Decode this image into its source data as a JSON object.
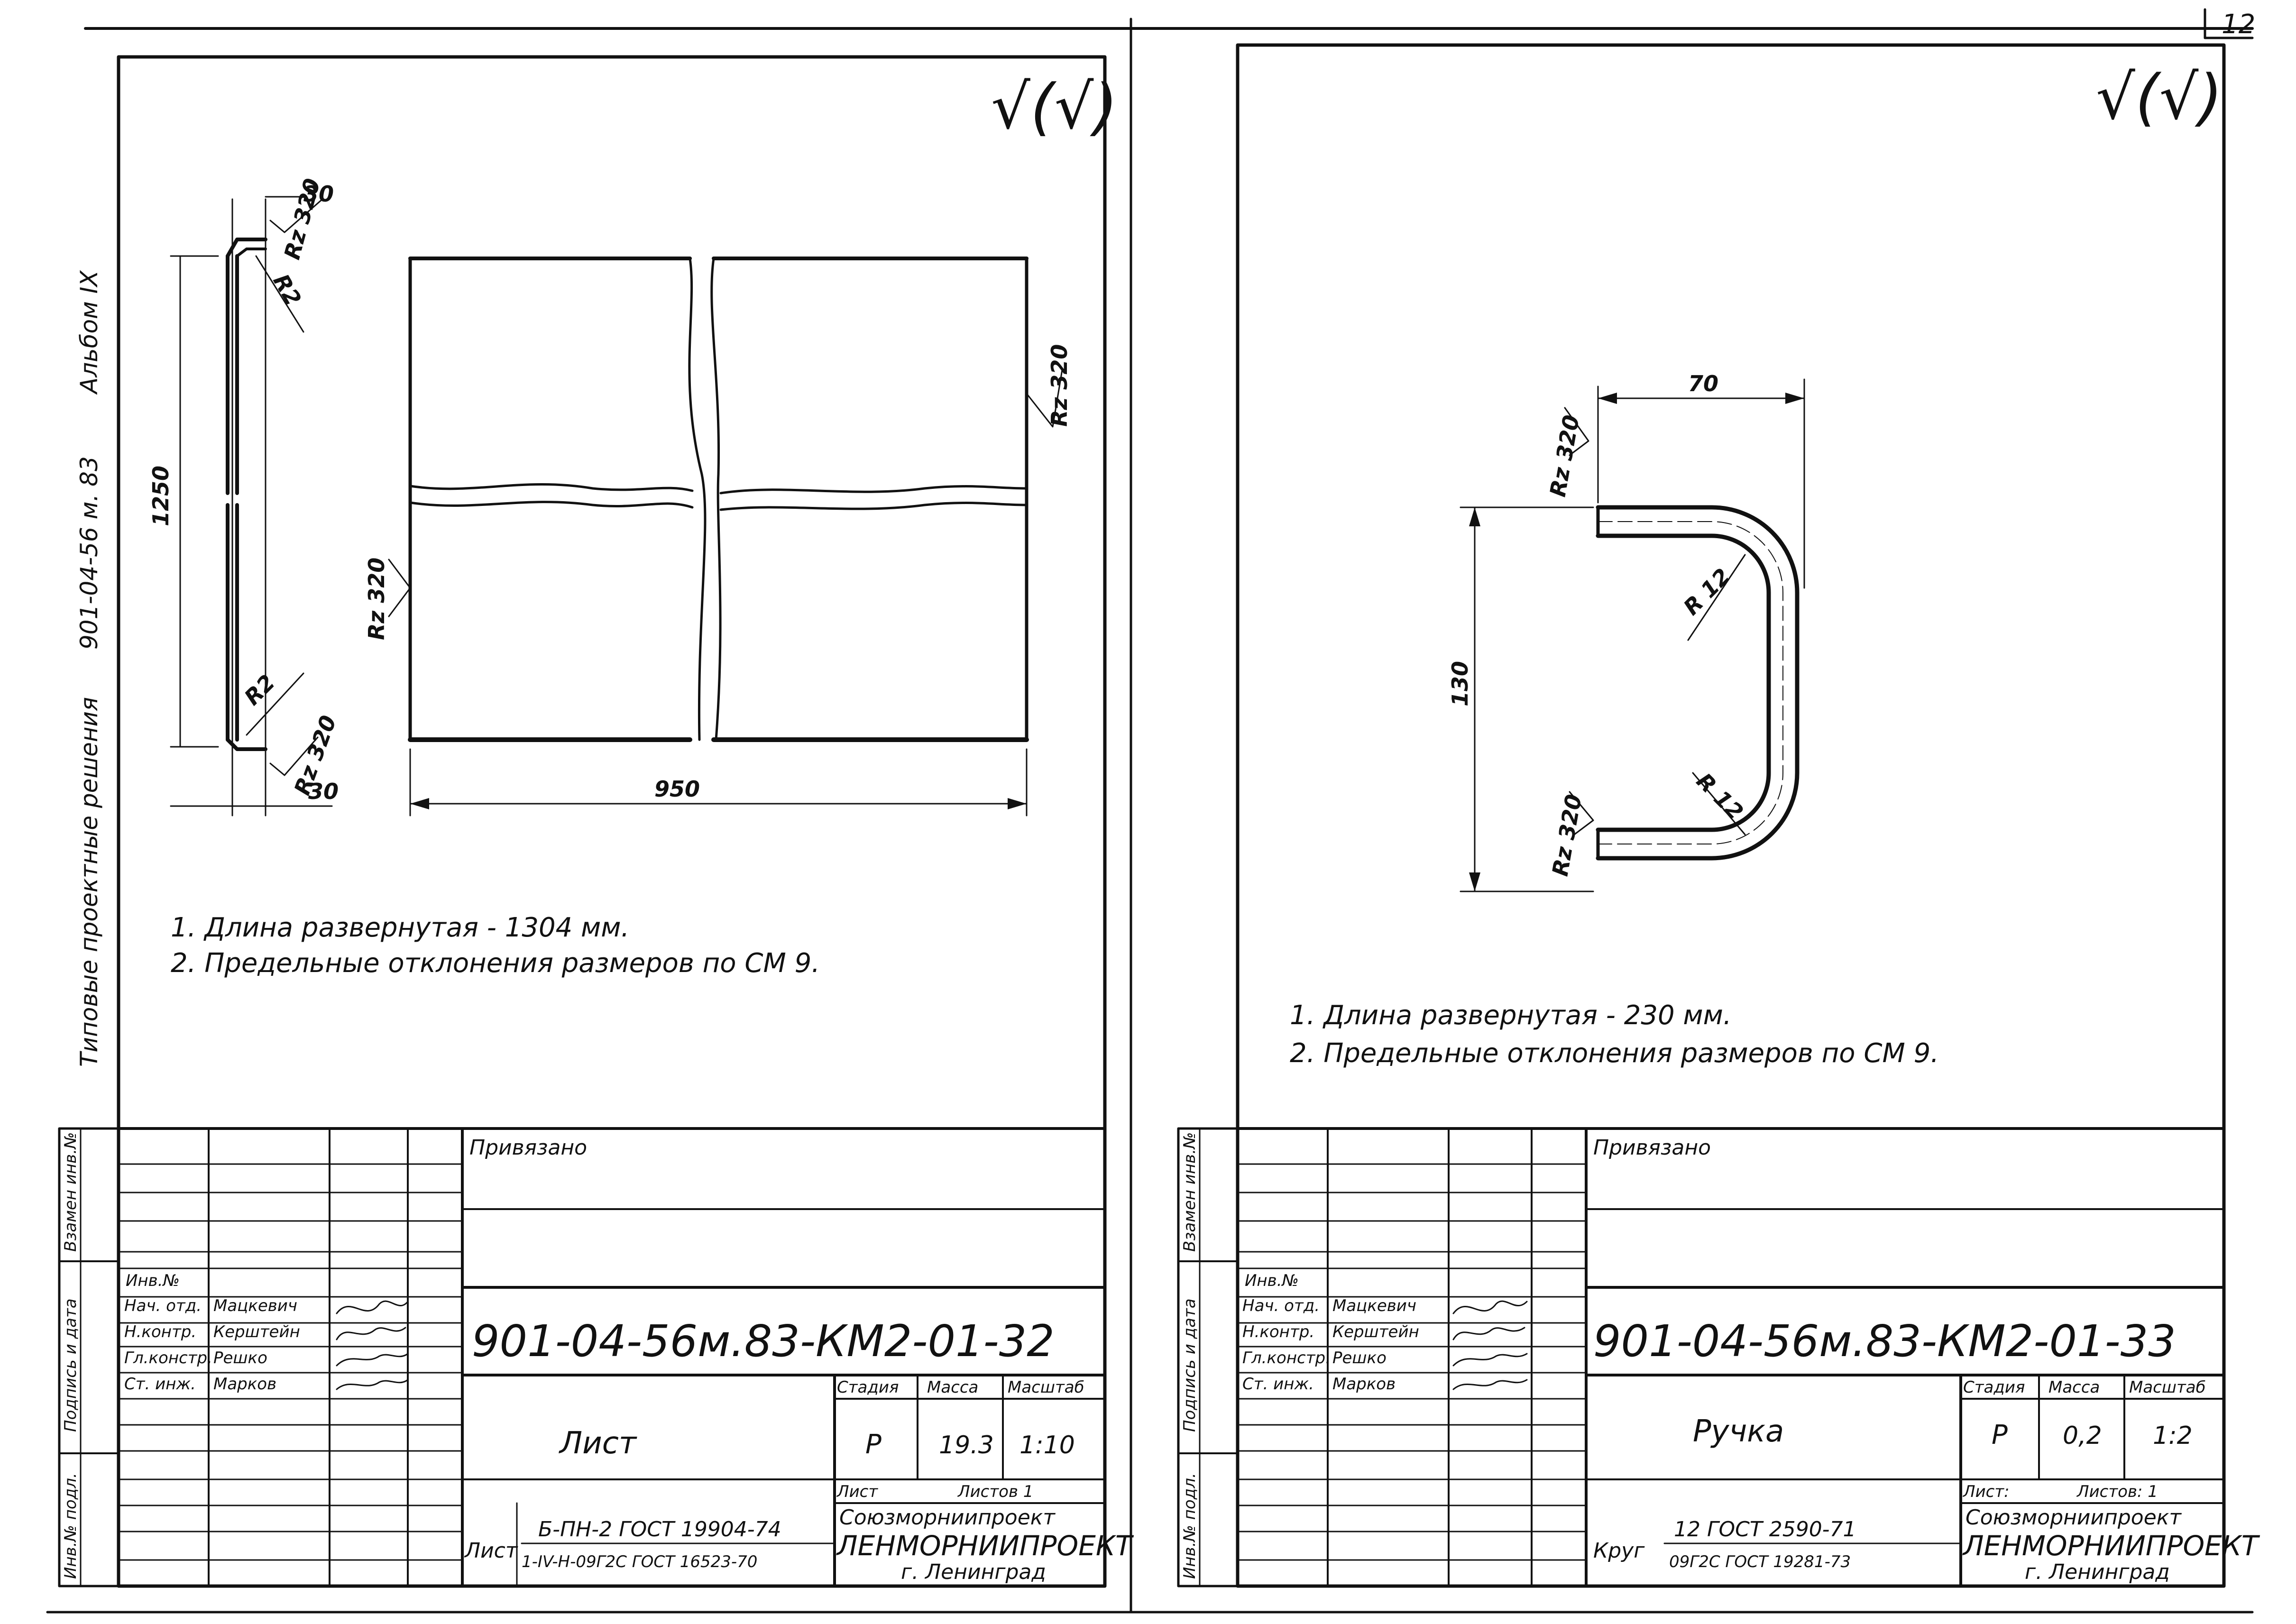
{
  "page_number": "12",
  "margin_labels": {
    "album": "Альбом IX",
    "series": "901-04-56 м. 83",
    "title": "Типовые проектные решения"
  },
  "surface_mark": "√(√)",
  "sheet_left": {
    "designation": "901-04-56м.83-КМ2-01-32",
    "item_name": "Лист",
    "bound_label": "Привязано",
    "stage_header": "Стадия",
    "mass_header": "Масса",
    "scale_header": "Масштаб",
    "stage": "Р",
    "mass": "19.3",
    "scale": "1:10",
    "sheet_label": "Лист",
    "sheets_label": "Листов 1",
    "material_label": "Лист",
    "material_line1": "Б-ПН-2 ГОСТ 19904-74",
    "material_line2": "1-IV-Н-09Г2С ГОСТ 16523-70",
    "org_line1": "Союзморниипроект",
    "org_line2": "ЛЕНМОРНИИПРОЕКТ",
    "org_line3": "г. Ленинград",
    "inv_label": "Инв.№",
    "roles": [
      {
        "role": "Нач. отд.",
        "name": "Мацкевич"
      },
      {
        "role": "Н.контр.",
        "name": "Керштейн"
      },
      {
        "role": "Гл.констр.",
        "name": "Решко"
      },
      {
        "role": "Ст. инж.",
        "name": "Марков"
      }
    ],
    "notes": [
      "1. Длина развернутая - 1304 мм.",
      "2. Предельные отклонения размеров по СМ 9."
    ],
    "dims": {
      "height": "1250",
      "width": "950",
      "flange_top": "30",
      "flange_bottom": "30",
      "radius_top": "R2",
      "radius_bottom": "R2",
      "rough": "Rz 320"
    }
  },
  "sheet_right": {
    "designation": "901-04-56м.83-КМ2-01-33",
    "item_name": "Ручка",
    "bound_label": "Привязано",
    "stage_header": "Стадия",
    "mass_header": "Масса",
    "scale_header": "Масштаб",
    "stage": "Р",
    "mass": "0,2",
    "scale": "1:2",
    "sheet_label": "Лист:",
    "sheets_label": "Листов: 1",
    "material_label": "Круг",
    "material_line1": "12 ГОСТ 2590-71",
    "material_line2": "09Г2С ГОСТ 19281-73",
    "org_line1": "Союзморниипроект",
    "org_line2": "ЛЕНМОРНИИПРОЕКТ",
    "org_line3": "г. Ленинград",
    "inv_label": "Инв.№",
    "roles": [
      {
        "role": "Нач. отд.",
        "name": "Мацкевич"
      },
      {
        "role": "Н.контр.",
        "name": "Керштейн"
      },
      {
        "role": "Гл.констр.",
        "name": "Решко"
      },
      {
        "role": "Ст. инж.",
        "name": "Марков"
      }
    ],
    "notes": [
      "1. Длина развернутая - 230 мм.",
      "2. Предельные отклонения размеров по СМ 9."
    ],
    "dims": {
      "width": "70",
      "height": "130",
      "radius_top": "R 12",
      "radius_bottom": "R 12",
      "rough": "Rz 320"
    }
  },
  "side_stamp": [
    "Взамен инв.№",
    "Подпись и дата",
    "Инв.№ подл."
  ]
}
